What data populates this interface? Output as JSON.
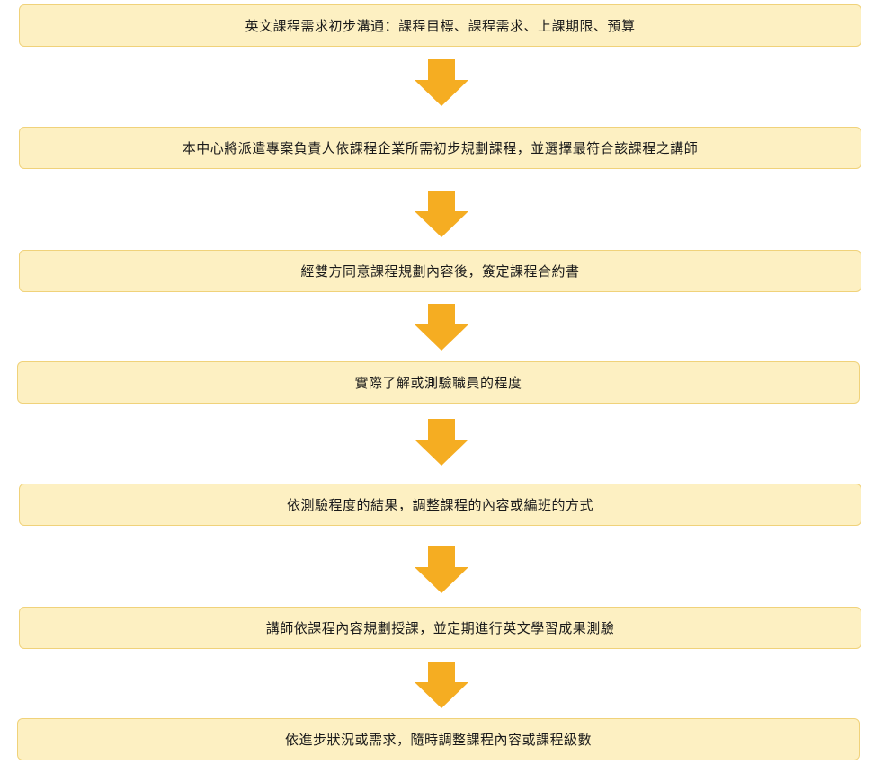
{
  "steps": [
    {
      "text": "英文課程需求初步溝通：課程目標、課程需求、上課期限、預算"
    },
    {
      "text": "本中心將派遣專案負責人依課程企業所需初步規劃課程，並選擇最符合該課程之講師"
    },
    {
      "text": "經雙方同意課程規劃內容後，簽定課程合約書"
    },
    {
      "text": "實際了解或測驗職員的程度"
    },
    {
      "text": "依測驗程度的結果，調整課程的內容或編班的方式"
    },
    {
      "text": "講師依課程內容規劃授課，並定期進行英文學習成果測驗"
    },
    {
      "text": "依進步狀況或需求，隨時調整課程內容或課程級數"
    }
  ],
  "colors": {
    "box_fill": "#fdf0c2",
    "box_border": "#f0d27a",
    "arrow": "#f5ad22"
  },
  "icons": {
    "arrow": "arrow-down-icon"
  }
}
